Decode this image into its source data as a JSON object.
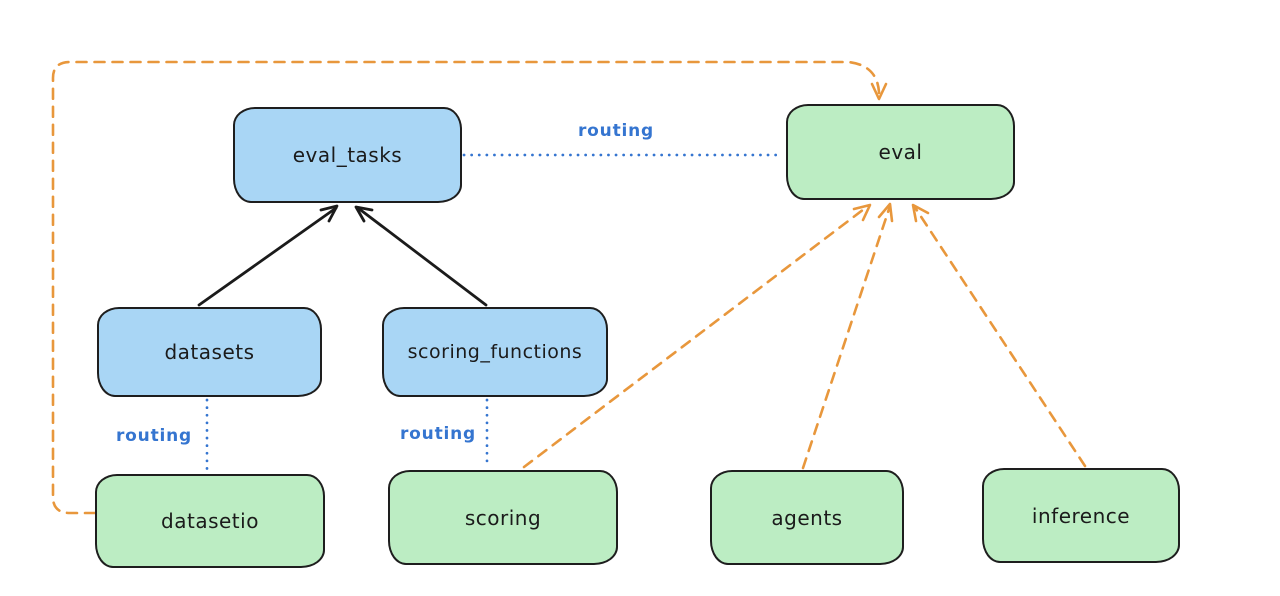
{
  "diagram": {
    "kind": "hand-drawn architecture diagram",
    "nodes": {
      "eval_tasks": {
        "label": "eval_tasks",
        "fill": "#a9d6f5",
        "role": "registry"
      },
      "eval": {
        "label": "eval",
        "fill": "#bcedc3",
        "role": "api"
      },
      "datasets": {
        "label": "datasets",
        "fill": "#a9d6f5",
        "role": "registry"
      },
      "scoring_functions": {
        "label": "scoring_functions",
        "fill": "#a9d6f5",
        "role": "registry"
      },
      "datasetio": {
        "label": "datasetio",
        "fill": "#bcedc3",
        "role": "api"
      },
      "scoring": {
        "label": "scoring",
        "fill": "#bcedc3",
        "role": "api"
      },
      "agents": {
        "label": "agents",
        "fill": "#bcedc3",
        "role": "api"
      },
      "inference": {
        "label": "inference",
        "fill": "#bcedc3",
        "role": "api"
      }
    },
    "routing_labels": {
      "top": "routing",
      "datasets": "routing",
      "scoring": "routing"
    },
    "edges": [
      {
        "from": "datasets",
        "to": "eval_tasks",
        "style": "solid-black-arrow",
        "label": ""
      },
      {
        "from": "scoring_functions",
        "to": "eval_tasks",
        "style": "solid-black-arrow",
        "label": ""
      },
      {
        "from": "eval_tasks",
        "to": "eval",
        "style": "dotted-blue",
        "label": "routing"
      },
      {
        "from": "datasets",
        "to": "datasetio",
        "style": "dotted-blue",
        "label": "routing"
      },
      {
        "from": "scoring_functions",
        "to": "scoring",
        "style": "dotted-blue",
        "label": "routing"
      },
      {
        "from": "datasetio",
        "to": "eval",
        "style": "dashed-orange-arrow",
        "label": ""
      },
      {
        "from": "scoring",
        "to": "eval",
        "style": "dashed-orange-arrow",
        "label": ""
      },
      {
        "from": "agents",
        "to": "eval",
        "style": "dashed-orange-arrow",
        "label": ""
      },
      {
        "from": "inference",
        "to": "eval",
        "style": "dashed-orange-arrow",
        "label": ""
      }
    ],
    "colors": {
      "registry_fill_blue": "#a9d6f5",
      "api_fill_green": "#bcedc3",
      "shape_stroke": "#1e1e1e",
      "routing_blue": "#3575d0",
      "provider_orange": "#e8973c",
      "background": "#ffffff"
    }
  }
}
